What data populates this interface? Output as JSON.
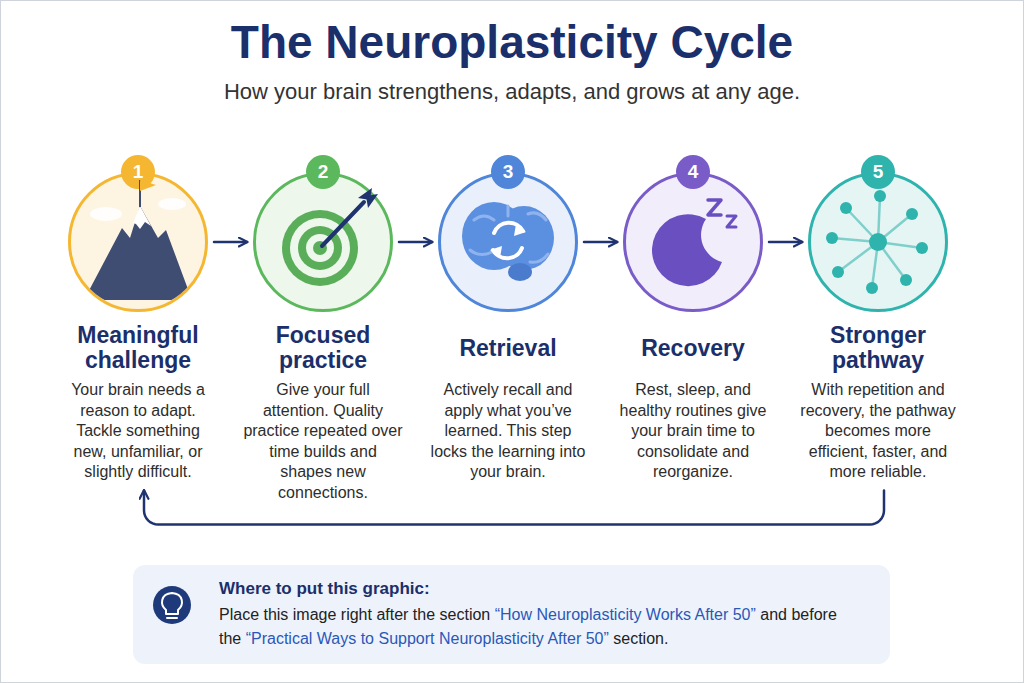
{
  "diagram": {
    "title": "The Neuroplasticity Cycle",
    "nodes": [
      {
        "text": [
          "1",
          "Meaningful challenge",
          "Your brain needs a reason to adapt. Tackle something new, unfamiliar, or slightly difficult."
        ]
      },
      {
        "text": [
          "2",
          "Focused practice",
          "Give your full attention. Quality practice repeated over time builds and shapes new connections."
        ]
      },
      {
        "text": [
          "3",
          "Retrieval",
          "Actively recall and apply what you’ve learned. This step locks the learning into your brain."
        ]
      },
      {
        "text": [
          "4",
          "Recovery",
          "Rest, sleep, and healthy routines give your brain time to consolidate and reorganize."
        ]
      },
      {
        "text": [
          "5",
          "Stronger pathway",
          "With repetition and recovery, the pathway becomes more efficient, faster, and more reliable."
        ]
      },
      {
        "text": [
          "Where to put this graphic:",
          "Place this image right after the section “How Neuroplasticity Works After 50” and before the “Practical Ways to Support Neuroplasticity After 50” section."
        ]
      }
    ],
    "edges": [
      {
        "from": 0,
        "to": 1,
        "arrow": "to"
      },
      {
        "from": 1,
        "to": 2,
        "arrow": "to"
      },
      {
        "from": 2,
        "to": 3,
        "arrow": "to"
      },
      {
        "from": 3,
        "to": 4,
        "arrow": "to"
      },
      {
        "from": 4,
        "to": 0,
        "arrow": "to"
      }
    ],
    "labels": [
      "How your brain strengthens, adapts, and grows at any age."
    ]
  }
}
